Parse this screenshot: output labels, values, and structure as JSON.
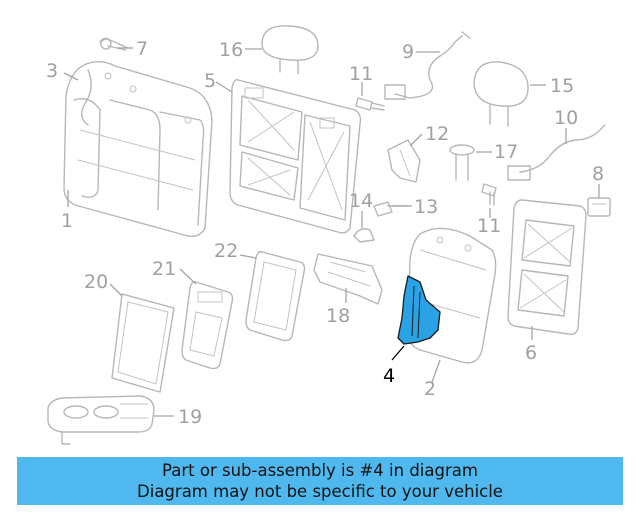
{
  "callouts": {
    "c1": "1",
    "c2": "2",
    "c3": "3",
    "c4": "4",
    "c5": "5",
    "c6": "6",
    "c7": "7",
    "c8": "8",
    "c9": "9",
    "c10": "10",
    "c11a": "11",
    "c11b": "11",
    "c12": "12",
    "c13": "13",
    "c14": "14",
    "c15": "15",
    "c16": "16",
    "c17": "17",
    "c18": "18",
    "c19": "19",
    "c20": "20",
    "c21": "21",
    "c22": "22"
  },
  "highlight": {
    "part": "4",
    "color": "#2aa3e6"
  },
  "banner": {
    "line1": "Part or sub-assembly is #4 in diagram",
    "line2": "Diagram may not be specific to your vehicle",
    "color": "#4fb8ef"
  }
}
